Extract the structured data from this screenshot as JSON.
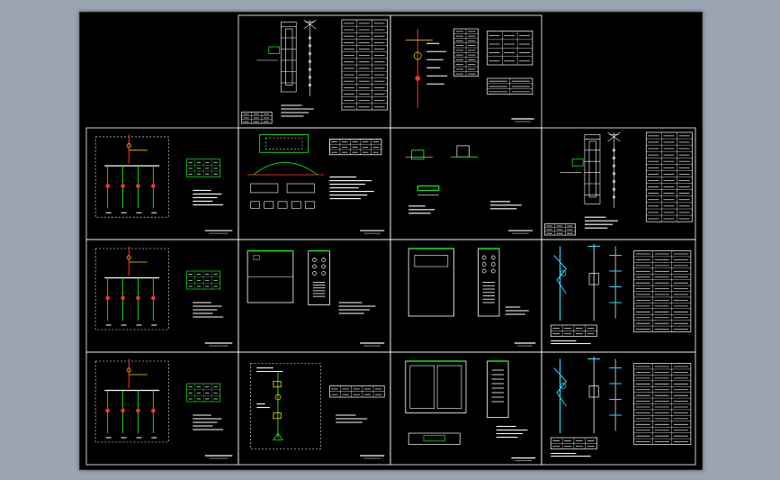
{
  "app": {
    "background_color": "#9aa4b2",
    "canvas_color": "#000000"
  },
  "colors": {
    "sheet_border": "#ffffff",
    "line": "#ffffff",
    "accent_green": "#19e619",
    "accent_red": "#ff3030",
    "accent_yellow": "#ffd400",
    "accent_cyan": "#22e0ff"
  },
  "drawing_sheets": [
    {
      "id": "r0c1",
      "kind": "cabinet-elevation-with-table"
    },
    {
      "id": "r0c2",
      "kind": "single-line-with-tables"
    },
    {
      "id": "r1c0",
      "kind": "single-line-diagram-4-feeders"
    },
    {
      "id": "r1c1",
      "kind": "foundation-plan-details"
    },
    {
      "id": "r1c2",
      "kind": "detail-sections"
    },
    {
      "id": "r1c3",
      "kind": "cabinet-elevation-with-table"
    },
    {
      "id": "r2c0",
      "kind": "single-line-diagram-4-feeders"
    },
    {
      "id": "r2c1",
      "kind": "cabinet-front-and-side"
    },
    {
      "id": "r2c2",
      "kind": "cabinet-front-and-side-panel"
    },
    {
      "id": "r2c3",
      "kind": "pole-mount-assembly-with-table"
    },
    {
      "id": "r3c0",
      "kind": "single-line-diagram-4-feeders"
    },
    {
      "id": "r3c1",
      "kind": "control-wiring-diagram"
    },
    {
      "id": "r3c2",
      "kind": "double-door-cabinet"
    },
    {
      "id": "r3c3",
      "kind": "pole-mount-assembly-with-table"
    }
  ]
}
